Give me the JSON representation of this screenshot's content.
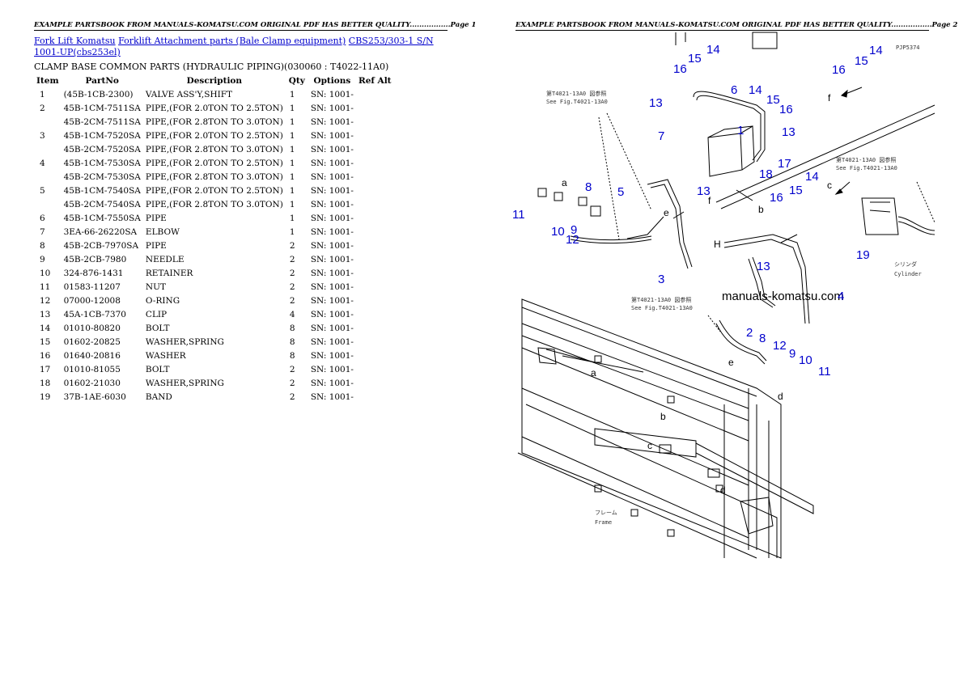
{
  "page1": {
    "header": "EXAMPLE PARTSBOOK FROM MANUALS-KOMATSU.COM ORIGINAL PDF HAS BETTER QUALITY.................Page 1",
    "breadcrumbs": [
      "Fork Lift Komatsu",
      "Forklift Attachment parts (Bale Clamp equipment)",
      "CBS253/303-1 S/N 1001-UP(cbs253el)"
    ],
    "section_title": "CLAMP BASE COMMON PARTS (HYDRAULIC PIPING)(030060 : T4022-11A0)",
    "columns": [
      "Item",
      "PartNo",
      "Description",
      "Qty",
      "Options",
      "Ref Alt"
    ],
    "rows": [
      {
        "item": "1",
        "part": "(45B-1CB-2300)",
        "desc": "VALVE ASS'Y,SHIFT",
        "qty": "1",
        "opt": "SN: 1001-"
      },
      {
        "item": "2",
        "part": "45B-1CM-7511SA",
        "desc": "PIPE,(FOR 2.0TON TO 2.5TON)",
        "qty": "1",
        "opt": "SN: 1001-"
      },
      {
        "item": "",
        "part": "45B-2CM-7511SA",
        "desc": "PIPE,(FOR 2.8TON TO 3.0TON)",
        "qty": "1",
        "opt": "SN: 1001-"
      },
      {
        "item": "3",
        "part": "45B-1CM-7520SA",
        "desc": "PIPE,(FOR 2.0TON TO 2.5TON)",
        "qty": "1",
        "opt": "SN: 1001-"
      },
      {
        "item": "",
        "part": "45B-2CM-7520SA",
        "desc": "PIPE,(FOR 2.8TON TO 3.0TON)",
        "qty": "1",
        "opt": "SN: 1001-"
      },
      {
        "item": "4",
        "part": "45B-1CM-7530SA",
        "desc": "PIPE,(FOR 2.0TON TO 2.5TON)",
        "qty": "1",
        "opt": "SN: 1001-"
      },
      {
        "item": "",
        "part": "45B-2CM-7530SA",
        "desc": "PIPE,(FOR 2.8TON TO 3.0TON)",
        "qty": "1",
        "opt": "SN: 1001-"
      },
      {
        "item": "5",
        "part": "45B-1CM-7540SA",
        "desc": "PIPE,(FOR 2.0TON TO 2.5TON)",
        "qty": "1",
        "opt": "SN: 1001-"
      },
      {
        "item": "",
        "part": "45B-2CM-7540SA",
        "desc": "PIPE,(FOR 2.8TON TO 3.0TON)",
        "qty": "1",
        "opt": "SN: 1001-"
      },
      {
        "item": "6",
        "part": "45B-1CM-7550SA",
        "desc": "PIPE",
        "qty": "1",
        "opt": "SN: 1001-"
      },
      {
        "item": "7",
        "part": "3EA-66-26220SA",
        "desc": "ELBOW",
        "qty": "1",
        "opt": "SN: 1001-"
      },
      {
        "item": "8",
        "part": "45B-2CB-7970SA",
        "desc": "PIPE",
        "qty": "2",
        "opt": "SN: 1001-"
      },
      {
        "item": "9",
        "part": "45B-2CB-7980",
        "desc": "NEEDLE",
        "qty": "2",
        "opt": "SN: 1001-"
      },
      {
        "item": "10",
        "part": "324-876-1431",
        "desc": "RETAINER",
        "qty": "2",
        "opt": "SN: 1001-"
      },
      {
        "item": "11",
        "part": "01583-11207",
        "desc": "NUT",
        "qty": "2",
        "opt": "SN: 1001-"
      },
      {
        "item": "12",
        "part": "07000-12008",
        "desc": "O-RING",
        "qty": "2",
        "opt": "SN: 1001-"
      },
      {
        "item": "13",
        "part": "45A-1CB-7370",
        "desc": "CLIP",
        "qty": "4",
        "opt": "SN: 1001-"
      },
      {
        "item": "14",
        "part": "01010-80820",
        "desc": "BOLT",
        "qty": "8",
        "opt": "SN: 1001-"
      },
      {
        "item": "15",
        "part": "01602-20825",
        "desc": "WASHER,SPRING",
        "qty": "8",
        "opt": "SN: 1001-"
      },
      {
        "item": "16",
        "part": "01640-20816",
        "desc": "WASHER",
        "qty": "8",
        "opt": "SN: 1001-"
      },
      {
        "item": "17",
        "part": "01010-81055",
        "desc": "BOLT",
        "qty": "2",
        "opt": "SN: 1001-"
      },
      {
        "item": "18",
        "part": "01602-21030",
        "desc": "WASHER,SPRING",
        "qty": "2",
        "opt": "SN: 1001-"
      },
      {
        "item": "19",
        "part": "37B-1AE-6030",
        "desc": "BAND",
        "qty": "2",
        "opt": "SN: 1001-"
      }
    ]
  },
  "page2": {
    "header": "EXAMPLE PARTSBOOK FROM MANUALS-KOMATSU.COM ORIGINAL PDF HAS BETTER QUALITY.................Page 2",
    "diagram": {
      "watermark": "manuals-komatsu.com",
      "drawing_code": "PJP5374",
      "ref_label_1": "See Fig.T4021-13A0",
      "ref_label_2": "See Fig.T4021-13A0",
      "ref_label_3": "See Fig.T4021-13A0",
      "jp_ref": "第T4021-13A0 図参照",
      "cylinder_label": "Cylinder",
      "cylinder_jp": "シリンダ",
      "frame_label": "Frame",
      "frame_jp": "フレーム",
      "item_callouts": [
        "1",
        "2",
        "3",
        "4",
        "5",
        "6",
        "7",
        "8",
        "9",
        "10",
        "11",
        "12",
        "13",
        "14",
        "15",
        "16",
        "17",
        "18",
        "19"
      ],
      "letter_callouts": [
        "a",
        "b",
        "c",
        "d",
        "e",
        "f",
        "H"
      ]
    }
  }
}
